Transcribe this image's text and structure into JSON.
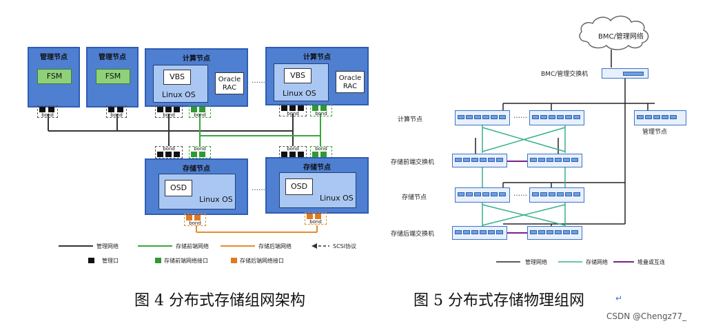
{
  "fig4": {
    "mgmt_node_title": "管理节点",
    "fsm": "FSM",
    "compute_node_title": "计算节点",
    "vbs": "VBS",
    "linux_os": "Linux OS",
    "oracle_rac": "Oracle\nRAC",
    "storage_node_title": "存储节点",
    "osd": "OSD",
    "bond": "bond",
    "ellipsis": "……",
    "legend": {
      "mgmt_net": "管理网络",
      "front_net": "存储前端网络",
      "back_net": "存储后端网络",
      "scsi": "SCSI协议",
      "mgmt_port": "管理口",
      "front_port": "存储前端网络接口",
      "back_port": "存储后端网络接口"
    },
    "caption": "图 4  分布式存储组网架构"
  },
  "fig5": {
    "cloud": "BMC/管理网络",
    "bmc_switch": "BMC/管理交换机",
    "compute_node": "计算节点",
    "mgmt_node": "管理节点",
    "front_switch": "存储前端交换机",
    "storage_node": "存储节点",
    "back_switch": "存储后端交换机",
    "ellipsis": "……",
    "legend": {
      "mgmt_net": "管理网络",
      "storage_net": "存储网络",
      "stack": "堆叠或互连"
    },
    "caption": "图 5  分布式存储物理组网"
  },
  "watermark": "CSDN @Chengz77_",
  "colors": {
    "node_blue": "#4f7fd1",
    "fsm_green": "#8fd17a",
    "mgmt_line": "#333333",
    "front_line": "#3aa63a",
    "back_line": "#e88a2a",
    "stack_line": "#7a1f8a",
    "storage_net_line": "#36b08a"
  }
}
